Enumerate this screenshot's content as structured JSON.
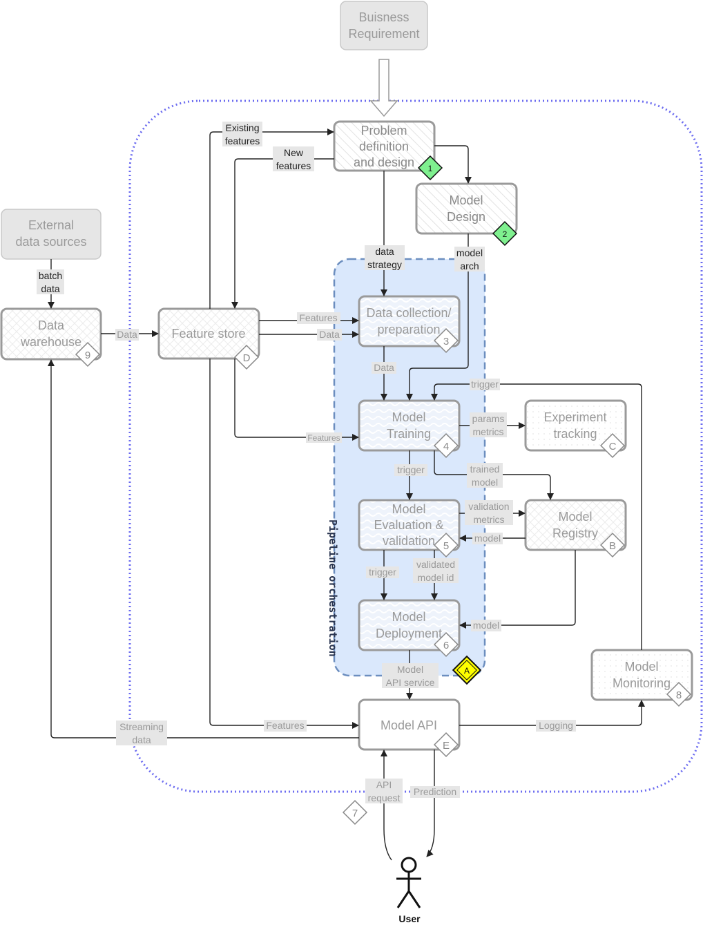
{
  "nodes": {
    "business_requirement": "Buisness\nRequirement",
    "external_sources": "External\ndata sources",
    "data_warehouse": "Data\nwarehouse",
    "feature_store": "Feature store",
    "problem_definition": "Problem\ndefinition\nand design",
    "model_design": "Model\nDesign",
    "data_collection": "Data collection/\npreparation",
    "model_training": "Model\nTraining",
    "experiment_tracking": "Experiment\ntracking",
    "model_evaluation": "Model\nEvaluation &\nvalidation",
    "model_registry": "Model\nRegistry",
    "model_deployment": "Model\nDeployment",
    "model_monitoring": "Model\nMonitoring",
    "model_api": "Model API",
    "user": "User"
  },
  "badges": {
    "b1": "1",
    "b2": "2",
    "b3": "3",
    "b4": "4",
    "b5": "5",
    "b6": "6",
    "b7": "7",
    "b8": "8",
    "b9": "9",
    "bA": "A",
    "bB": "B",
    "bC": "C",
    "bD": "D",
    "bE": "E"
  },
  "edge_labels": {
    "batch_data": "batch\ndata",
    "data_dw_fs": "Data",
    "existing_features": "Existing\nfeatures",
    "new_features": "New\nfeatures",
    "data_strategy": "data\nstrategy",
    "model_arch": "model\narch",
    "features_fs_dc": "Features",
    "data_fs_dc": "Data",
    "data_dc_train": "Data",
    "features_fs_train": "Features",
    "trigger_monitor": "trigger",
    "params_metrics": "params\nmetrics",
    "trained_model": "trained\nmodel",
    "trigger_train_eval": "trigger",
    "validation_metrics": "validation\nmetrics",
    "model_reg_eval": "model",
    "trigger_eval_deploy": "trigger",
    "validated_model_id": "validated\nmodel id",
    "model_reg_deploy": "model",
    "model_api_service": "Model\nAPI service",
    "features_fs_api": "Features",
    "logging": "Logging",
    "streaming_data": "Streaming\ndata",
    "api_request": "API\nrequest",
    "prediction": "Prediction"
  },
  "pipeline_title": "Pipeline orchestration",
  "colors": {
    "platform_border": "#6b6bf0",
    "pipeline_fill": "#dae8fc",
    "pipeline_border": "#6c8ebf",
    "node_border": "#9a9a9a",
    "green_badge": "#7ff08f",
    "yellow_badge": "#ffff00"
  }
}
